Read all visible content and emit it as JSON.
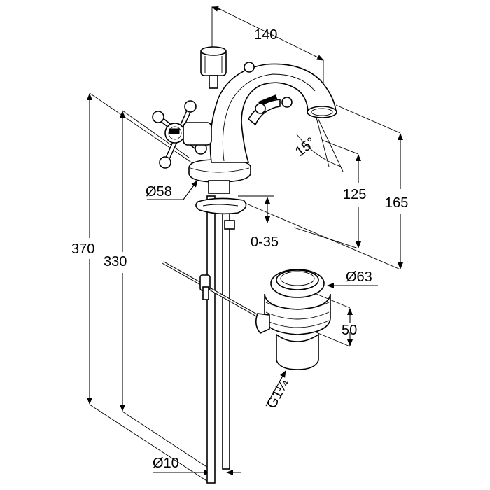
{
  "dimensions": {
    "spout_reach": "140",
    "spout_angle": "15°",
    "spout_height": "125",
    "total_height": "165",
    "overall_length": "370",
    "rod_length": "330",
    "base_diameter": "Ø58",
    "height_adjust": "0-35",
    "waste_diameter": "Ø63",
    "waste_height": "50",
    "thread_size": "G1¼",
    "tail_diameter": "Ø10"
  }
}
